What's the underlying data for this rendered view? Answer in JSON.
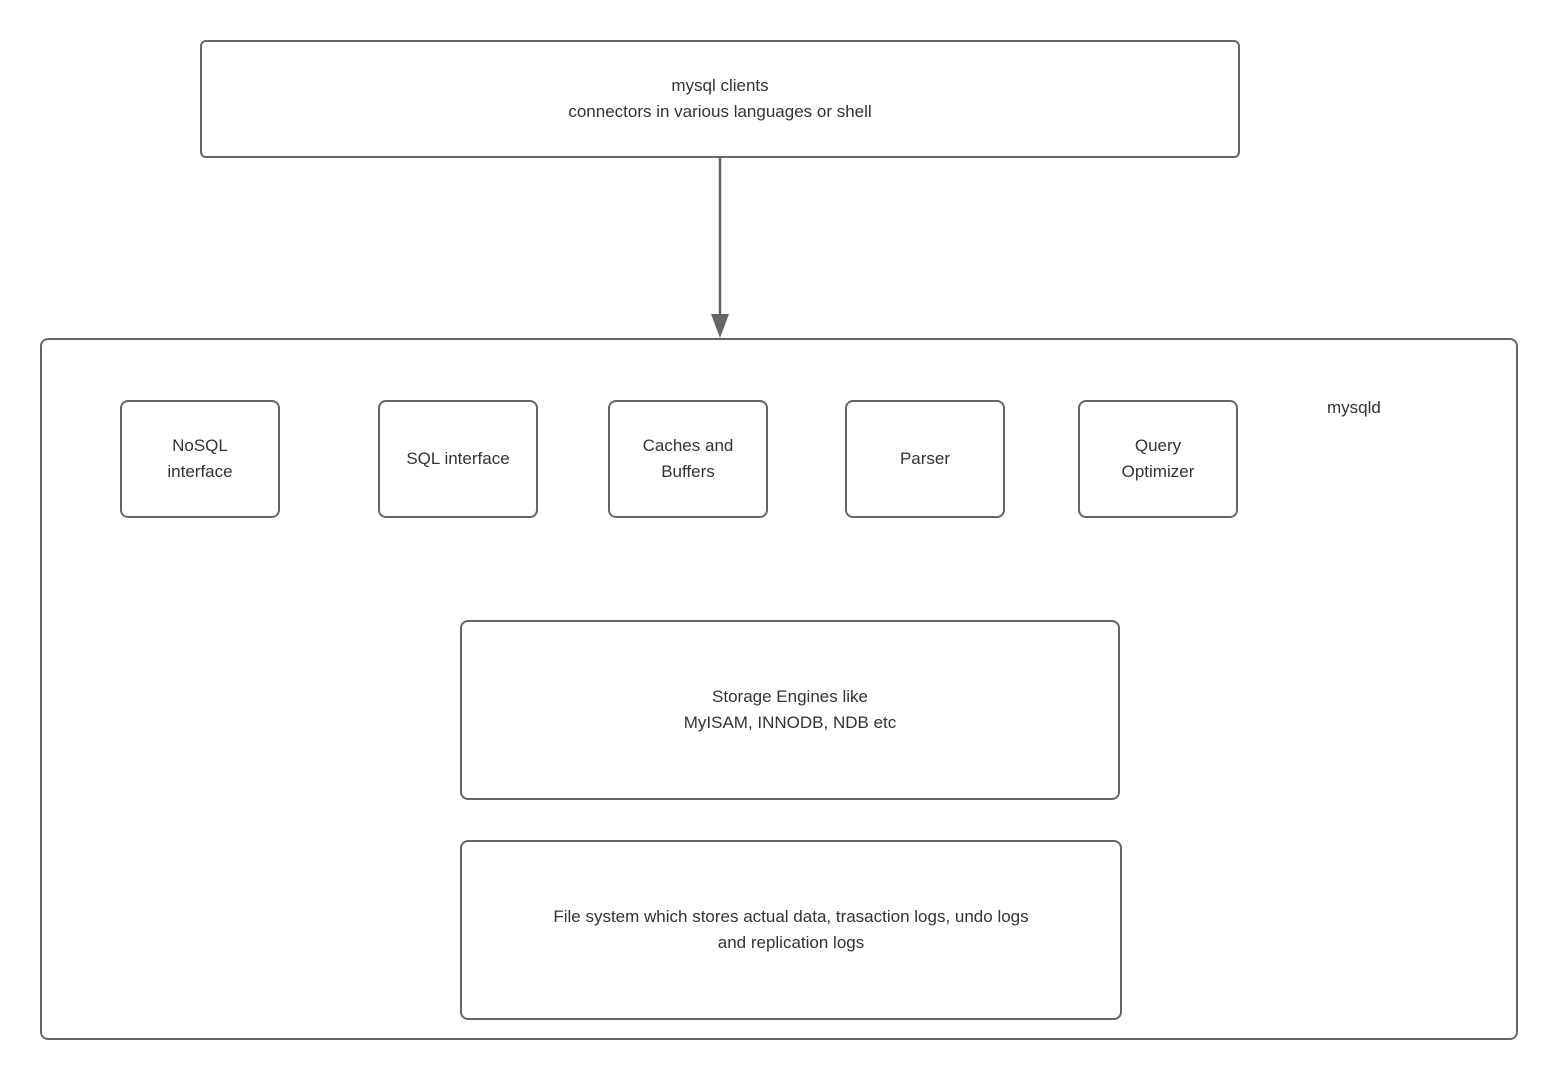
{
  "colors": {
    "border": "#666666",
    "text": "#333333",
    "arrow": "#666666",
    "background": "#ffffff"
  },
  "clients_box": {
    "label": "mysql clients\nconnectors in various languages or shell"
  },
  "mysqld": {
    "label": "mysqld",
    "components": [
      {
        "id": "nosql-interface",
        "label": "NoSQL\ninterface"
      },
      {
        "id": "sql-interface",
        "label": "SQL interface"
      },
      {
        "id": "caches-and-buffers",
        "label": "Caches and\nBuffers"
      },
      {
        "id": "parser",
        "label": "Parser"
      },
      {
        "id": "query-optimizer",
        "label": "Query\nOptimizer"
      }
    ],
    "storage_engines": {
      "label": "Storage Engines like\nMyISAM, INNODB, NDB etc"
    },
    "file_system": {
      "label": "File system which stores actual data, trasaction logs, undo logs\nand replication logs"
    }
  }
}
